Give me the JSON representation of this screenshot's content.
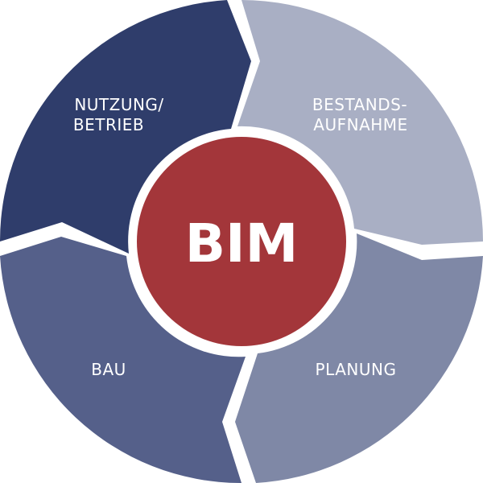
{
  "diagram": {
    "center": {
      "label": "BIM",
      "color": "#a3363a"
    },
    "segments": [
      {
        "id": "nutzung",
        "lines": [
          "NUTZUNG/",
          "BETRIEB"
        ],
        "color": "#2f3d6b"
      },
      {
        "id": "bestand",
        "lines": [
          "BESTANDS-",
          "AUFNAHME"
        ],
        "color": "#a9afc4"
      },
      {
        "id": "planung",
        "lines": [
          "PLANUNG"
        ],
        "color": "#7f88a6"
      },
      {
        "id": "bau",
        "lines": [
          "BAU"
        ],
        "color": "#55608a"
      }
    ]
  }
}
